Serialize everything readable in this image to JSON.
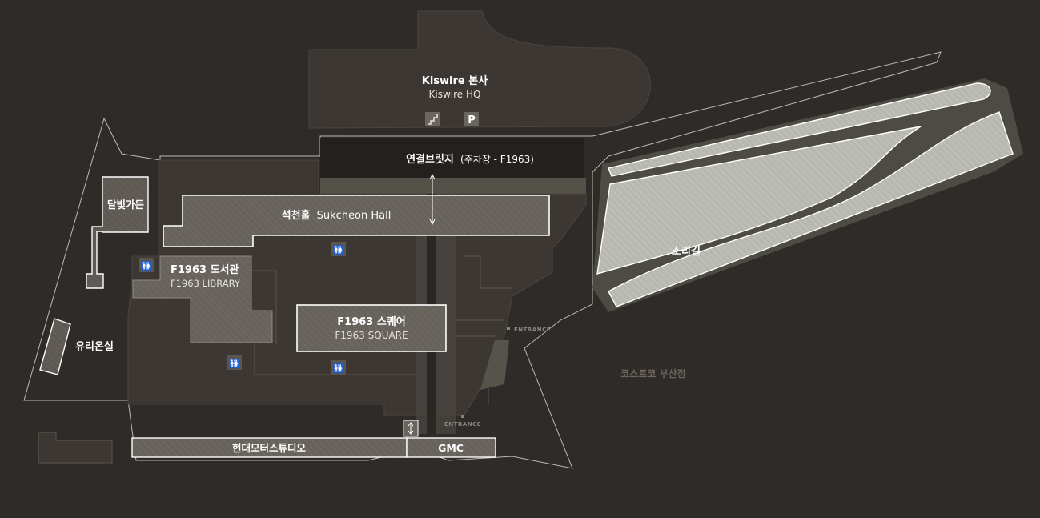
{
  "buildings": {
    "kiswire_hq": {
      "name_ko": "Kiswire 본사",
      "name_en": "Kiswire HQ"
    },
    "bridge": {
      "name_ko": "연결브릿지",
      "detail": "(주차장 - F1963)"
    },
    "sukcheon_hall": {
      "name_ko": "석천홀",
      "name_en": "Sukcheon Hall"
    },
    "library": {
      "name_ko": "F1963 도서관",
      "name_en": "F1963 LIBRARY"
    },
    "square": {
      "name_ko": "F1963 스퀘어",
      "name_en": "F1963 SQUARE"
    },
    "moonlight_garden": {
      "name_ko": "달빛가든"
    },
    "glass_greenhouse": {
      "name_ko": "유리온실"
    },
    "sound_path": {
      "name_ko": "소리길"
    },
    "hyundai_motor_studio": {
      "name_ko": "현대모터스튜디오"
    },
    "gmc": {
      "name_ko": "GMC"
    },
    "costco": {
      "name_ko": "코스트코 부산점"
    }
  },
  "entrances": {
    "east": "ENTRANCE",
    "south": "ENTRANCE"
  },
  "icons": {
    "parking": "P",
    "stairs": "stairs-icon",
    "restroom": "restroom-icon",
    "elevator": "elevator-icon"
  },
  "colors": {
    "background": "#2f2b28",
    "building_fill": "#3d3733",
    "highlight_fill": "#67625c",
    "outline": "#ffffff",
    "garden_fill": "#b9bbb3"
  }
}
